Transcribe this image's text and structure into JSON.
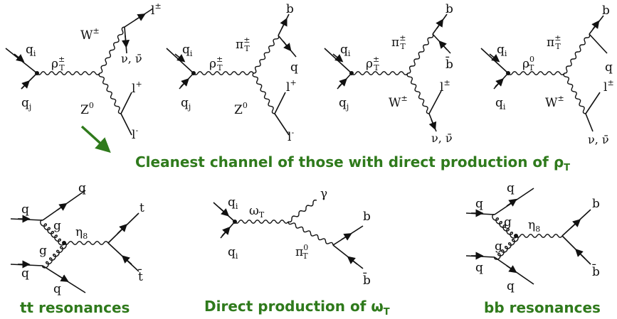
{
  "colors": {
    "caption": "#2f7a1c",
    "ink": "#111111",
    "pointer_arrow": "#2f7a1c"
  },
  "captions": {
    "cleanest": "Cleanest channel of those with direct production of ρ",
    "cleanest_sub": "T",
    "tt": "tt resonances",
    "omega": "Direct production of ω",
    "omega_sub": "T",
    "bb": "bb resonances"
  },
  "diagrams": [
    {
      "id": "d1",
      "labels": {
        "q_in": "q",
        "q_in_sub": "i",
        "q_out": "q",
        "q_out_sub": "j",
        "prop": "ρ",
        "prop_sup": "±",
        "prop_sub": "T",
        "b1": "W",
        "b1_sup": "±",
        "b2": "Z",
        "b2_sup": "0",
        "f1": "l",
        "f1_sup": "±",
        "f2": "ν, ν̄",
        "f3": "l",
        "f3_sup": "+",
        "f4": "l",
        "f4_sup": "-"
      }
    },
    {
      "id": "d2",
      "labels": {
        "q_in": "q",
        "q_in_sub": "i",
        "q_out": "q",
        "q_out_sub": "j",
        "prop": "ρ",
        "prop_sup": "±",
        "prop_sub": "T",
        "b1": "π",
        "b1_sup": "±",
        "b1_sub": "T",
        "b2": "Z",
        "b2_sup": "0",
        "f1": "b",
        "f2": "q",
        "f3": "l",
        "f3_sup": "+",
        "f4": "l",
        "f4_sup": "-"
      }
    },
    {
      "id": "d3",
      "labels": {
        "q_in": "q",
        "q_in_sub": "i",
        "q_out": "q",
        "q_out_sub": "j",
        "prop": "ρ",
        "prop_sup": "±",
        "prop_sub": "T",
        "b1": "π",
        "b1_sup": "±",
        "b1_sub": "T",
        "b2": "W",
        "b2_sup": "±",
        "f1": "b",
        "f2": "b̄",
        "f3": "l",
        "f3_sup": "±",
        "f4": "ν, ν̄"
      }
    },
    {
      "id": "d4",
      "labels": {
        "q_in": "q",
        "q_in_sub": "i",
        "q_out": "q",
        "q_out_sub": "i",
        "prop": "ρ",
        "prop_sup": "0",
        "prop_sub": "T",
        "b1": "π",
        "b1_sup": "±",
        "b1_sub": "T",
        "b2": "W",
        "b2_sup": "±",
        "f1": "b",
        "f2": "q",
        "f3": "l",
        "f3_sup": "±",
        "f4": "ν, ν̄"
      }
    },
    {
      "id": "d5",
      "labels": {
        "q1": "q",
        "q2": "q",
        "q3": "q",
        "q4": "q",
        "g1": "g",
        "g2": "g",
        "prop": "η",
        "prop_sub": "8",
        "t1": "t",
        "t2": "t̄"
      }
    },
    {
      "id": "d6",
      "labels": {
        "q_in": "q",
        "q_in_sub": "i",
        "q_out": "q",
        "q_out_sub": "i",
        "prop": "ω",
        "prop_sub": "T",
        "gamma": "γ",
        "b1": "π",
        "b1_sup": "0",
        "b1_sub": "T",
        "f1": "b",
        "f2": "b̄"
      }
    },
    {
      "id": "d7",
      "labels": {
        "q1": "q",
        "q2": "q",
        "q3": "q",
        "q4": "q",
        "g1": "g",
        "g2": "g",
        "prop": "η",
        "prop_sub": "8",
        "b1": "b",
        "b2": "b̄"
      }
    }
  ]
}
